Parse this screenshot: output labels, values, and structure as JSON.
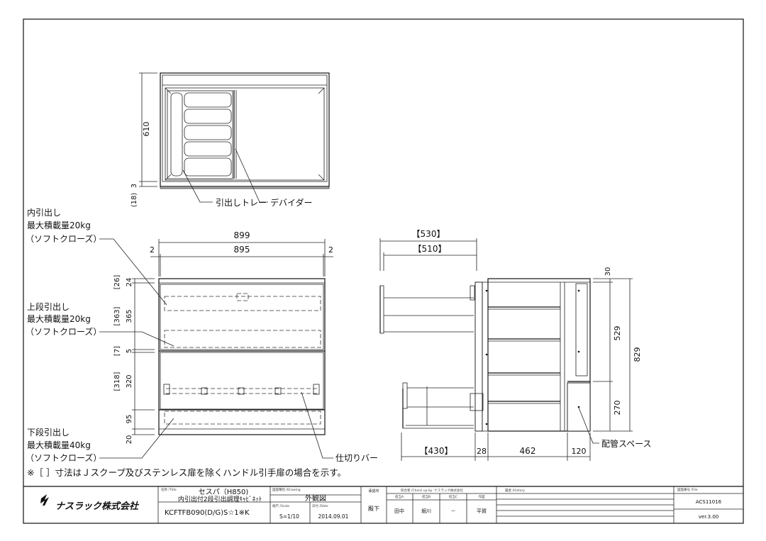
{
  "labels": {
    "inner_drawer": "内引出し",
    "inner_drawer_load": "最大積載量20kg",
    "inner_drawer_soft": "（ソフトクローズ）",
    "upper_drawer": "上段引出し",
    "upper_drawer_load": "最大積載量20kg",
    "upper_drawer_soft": "（ソフトクローズ）",
    "lower_drawer": "下段引出し",
    "lower_drawer_load": "最大積載量40kg",
    "lower_drawer_soft": "（ソフトクローズ）",
    "tray": "引出しトレー",
    "divider": "デバイダー",
    "partition_bar": "仕切りバー",
    "piping_space": "配管スペース",
    "note": "※［ ］寸法はＪスクープ及びステンレス扉を除くハンドル引手扉の場合を示す。"
  },
  "dimensions": {
    "top_depth": "610",
    "top_3": "3",
    "top_18": "(18)",
    "width_overall": "899",
    "width_inner": "895",
    "side_gap_left": "2",
    "side_gap_right": "2",
    "front_24": "24",
    "front_26": "[26]",
    "front_365": "365",
    "front_363": "[363]",
    "front_5": "5",
    "front_7": "[7]",
    "front_320": "320",
    "front_318": "[318]",
    "front_95": "95",
    "front_20": "20",
    "side_530": "【530】",
    "side_510": "【510】",
    "side_30": "30",
    "side_529": "529",
    "side_829": "829",
    "side_270": "270",
    "side_430": "【430】",
    "side_28": "28",
    "side_462": "462",
    "side_120": "120"
  },
  "title_block": {
    "logo": "ナスラック株式会社",
    "name_caption": "名称 /Title",
    "series_name": "セスパ（H850)",
    "product_desc": "内引出付2段引出調理ｷｬﾋﾞﾈｯﾄ",
    "model_code": "KCFTFB090(D/G)S☆1※K",
    "drawing_caption": "図面種別 /Drawing",
    "drawing_type": "外観図",
    "scale_caption": "縮尺 /Scale",
    "scale": "S=1/10",
    "date_caption": "日付 /Date",
    "date": "2014.09.01",
    "approval_caption": "承認印",
    "approver": "殿下",
    "check_caption": "照合者 /Check up by :ナスラック株式会社",
    "checker_head1": "担当A",
    "checker_head2": "担当B",
    "checker_head3": "担当C",
    "checker_head4": "作図",
    "checker1": "田中",
    "checker2": "堀川",
    "checker3": "－",
    "checker4": "平賀",
    "history_caption": "履歴 /History",
    "file_caption": "図面番号 /File",
    "file_no": "ACS11016",
    "version": "ver.3.00"
  }
}
